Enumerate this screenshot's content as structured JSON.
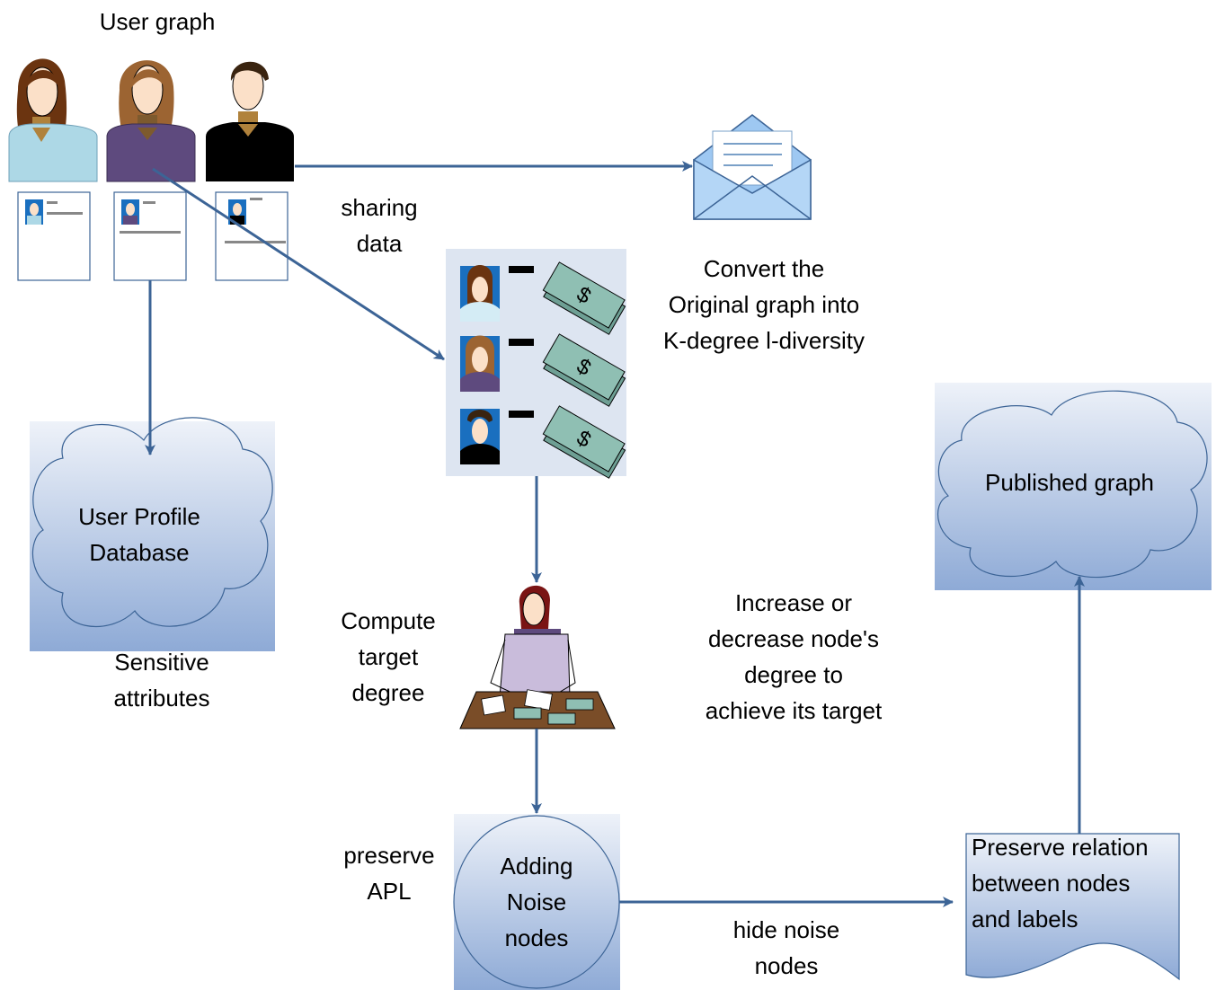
{
  "labels": {
    "user_graph": "User graph",
    "sharing_data": [
      "sharing",
      "data"
    ],
    "convert": [
      "Convert the",
      "Original graph into",
      "K-degree l-diversity"
    ],
    "user_profile_db": [
      "User Profile",
      "Database"
    ],
    "sensitive": [
      "Sensitive",
      "attributes"
    ],
    "compute": [
      "Compute",
      "target",
      "degree"
    ],
    "increase": [
      "Increase or",
      "decrease node's",
      "degree to",
      "achieve its target"
    ],
    "published": "Published graph",
    "preserve_apl": [
      "preserve",
      "APL"
    ],
    "adding_noise": [
      "Adding",
      "Noise",
      "nodes"
    ],
    "hide_noise": [
      "hide noise",
      "nodes"
    ],
    "preserve_relation": [
      "Preserve relation",
      "between nodes",
      "and labels"
    ]
  },
  "colors": {
    "arrow": "#3c6496",
    "gradient_top": "#eef2f9",
    "gradient_bottom": "#8eaad6",
    "panel_bg": "#dde5f1",
    "person1_shirt": "#add8e6",
    "person2_shirt": "#5e4a7e",
    "person3_shirt": "#000000",
    "envelope": "#9ec8f2",
    "money": "#8fbfb3"
  }
}
